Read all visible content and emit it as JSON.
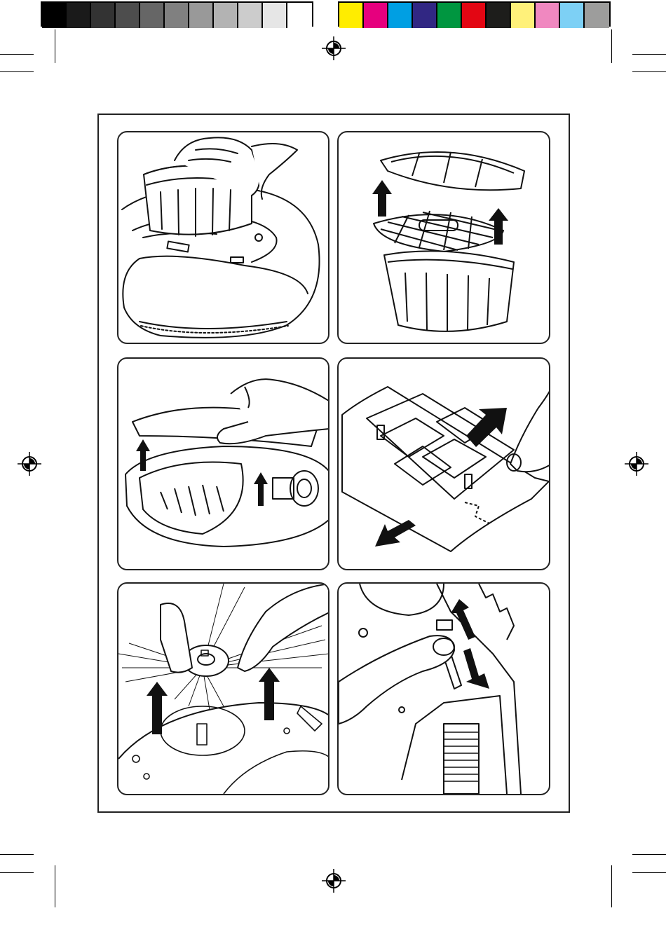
{
  "color_bar": {
    "grays": [
      "#000000",
      "#1a1a1a",
      "#333333",
      "#4d4d4d",
      "#666666",
      "#808080",
      "#999999",
      "#b3b3b3",
      "#cccccc",
      "#e6e6e6",
      "#ffffff"
    ],
    "colors": [
      "#ffed00",
      "#e6007e",
      "#009fe3",
      "#312783",
      "#009640",
      "#e30613",
      "#1d1d1b",
      "#fff17a",
      "#f088c0",
      "#7dd0f5",
      "#9d9d9c"
    ]
  },
  "panels": [
    {
      "id": "dustbin-removal",
      "icon": "hand-lifting-dustbin"
    },
    {
      "id": "filter-separation",
      "icon": "filter-lift-arrows"
    },
    {
      "id": "brush-cover-removal",
      "icon": "hand-opening-cover"
    },
    {
      "id": "filter-frame-pull",
      "icon": "filter-frame-arrows"
    },
    {
      "id": "side-brush-removal",
      "icon": "hands-lifting-side-brush"
    },
    {
      "id": "bottom-latch-slide",
      "icon": "finger-sliding-latch"
    }
  ]
}
